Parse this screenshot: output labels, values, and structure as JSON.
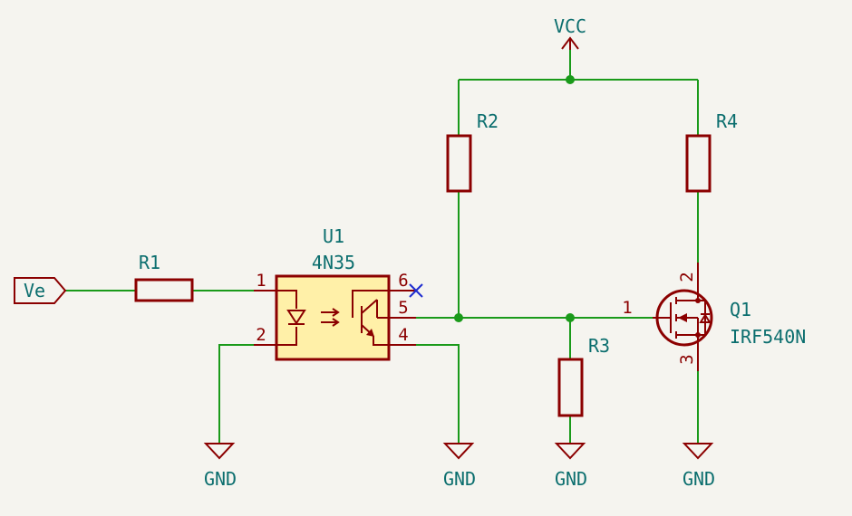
{
  "nets": {
    "vcc": "VCC",
    "gnd1": "GND",
    "gnd2": "GND",
    "gnd3": "GND",
    "gnd4": "GND",
    "input": "Ve"
  },
  "components": {
    "r1": "R1",
    "r2": "R2",
    "r3": "R3",
    "r4": "R4",
    "u1_ref": "U1",
    "u1_value": "4N35",
    "q1_ref": "Q1",
    "q1_value": "IRF540N"
  },
  "pins": {
    "u1_p1": "1",
    "u1_p2": "2",
    "u1_p4": "4",
    "u1_p5": "5",
    "u1_p6": "6",
    "q1_p1": "1",
    "q1_p2": "2",
    "q1_p3": "3"
  },
  "colors": {
    "wire": "#1a9a1a",
    "symbol": "#8b0000",
    "label": "#0b6e6e",
    "ic_body": "#fff0a8",
    "no_connect": "#1e2ccf",
    "background": "#f5f4ef"
  }
}
